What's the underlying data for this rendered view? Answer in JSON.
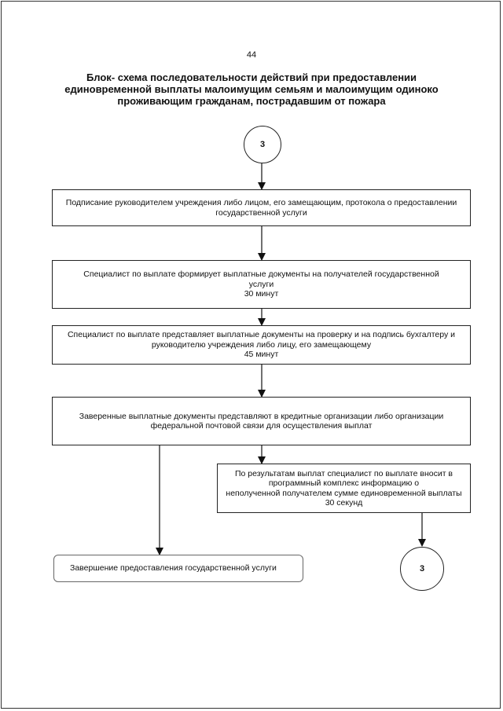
{
  "page_number": "44",
  "title_lines": [
    "Блок- схема последовательности действий при предоставлении",
    "единовременной выплаты малоимущим семьям и малоимущим одиноко",
    "проживающим гражданам, пострадавшим от пожара"
  ],
  "connector_top": "3",
  "connector_bottom": "3",
  "steps": [
    {
      "lines": [
        "Подписание руководителем учреждения либо лицом, его замещающим, протокола о предоставлении",
        "государственной услуги"
      ]
    },
    {
      "lines": [
        "Специалист по выплате формирует выплатные документы на получателей государственной",
        "услуги",
        "30 минут"
      ]
    },
    {
      "lines": [
        "Специалист по выплате представляет выплатные документы на проверку и на подпись бухгалтеру  и",
        "руководителю учреждения либо лицу, его замещающему",
        "45 минут"
      ]
    },
    {
      "lines": [
        "Заверенные выплатные документы представляют в кредитные организации либо организации",
        "федеральной почтовой связи для осуществления выплат"
      ]
    },
    {
      "lines": [
        "По результатам выплат специалист по выплате вносит в",
        "программный комплекс информацию о",
        "неполученной получателем сумме единовременной выплаты",
        "30 секунд"
      ]
    }
  ],
  "end_box": "Завершение предоставления государственной услуги"
}
